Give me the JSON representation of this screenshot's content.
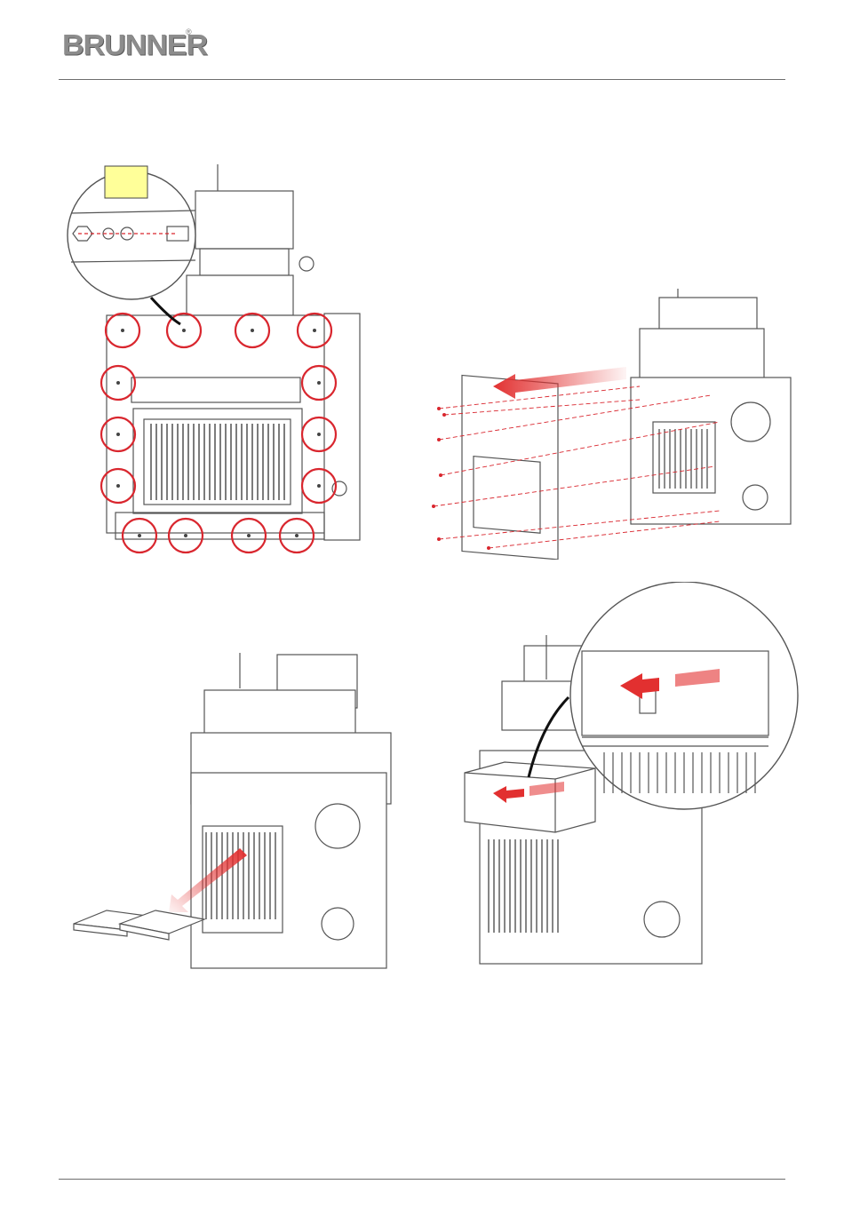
{
  "header": {
    "brand": "BRUNNER",
    "registered_mark": "®"
  },
  "figures": [
    {
      "id": "fig-remove-front-frame-screws",
      "detail_label": ""
    },
    {
      "id": "fig-pull-off-front-frame"
    },
    {
      "id": "fig-remove-baffle-plates"
    },
    {
      "id": "fig-remove-smoke-deflector"
    }
  ],
  "colors": {
    "line": "#555555",
    "highlight": "#d9262e",
    "note_fill": "#ffff99",
    "arrow": "#e23030"
  }
}
